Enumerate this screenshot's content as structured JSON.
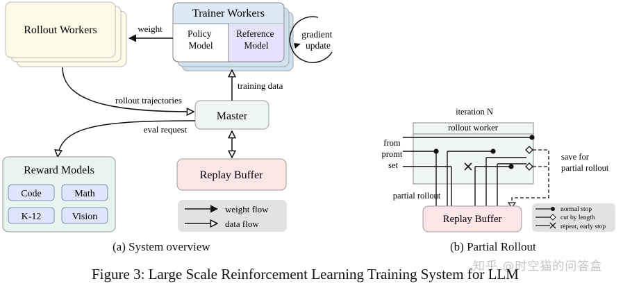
{
  "system_overview": {
    "rollout_workers": "Rollout Workers",
    "trainer_workers": {
      "title": "Trainer Workers",
      "policy_model": [
        "Policy",
        "Model"
      ],
      "reference_model": [
        "Reference",
        "Model"
      ]
    },
    "gradient_update": [
      "gradient",
      "update"
    ],
    "master": "Master",
    "replay_buffer": "Replay Buffer",
    "reward_models": {
      "title": "Reward Models",
      "items": [
        "Code",
        "Math",
        "K-12",
        "Vision"
      ]
    },
    "edge_labels": {
      "weight": "weight",
      "rollout_trajectories": "rollout trajectories",
      "training_data": "training data",
      "eval_request": "eval request"
    },
    "legend": {
      "weight_flow": "weight flow",
      "data_flow": "data flow"
    }
  },
  "partial_rollout": {
    "iteration": "iteration N",
    "rollout_worker": "rollout worker",
    "from_prompt_set": [
      "from",
      "promt",
      "set"
    ],
    "save_for": [
      "save for",
      "partial rollout"
    ],
    "partial_rollout_label": "partial rollout",
    "replay_buffer": "Replay Buffer",
    "legend": {
      "normal_stop": "normal stop",
      "cut_by_length": "cut by length",
      "repeat_early_stop": "repeat, early stop"
    }
  },
  "captions": {
    "a": "(a) System overview",
    "b": "(b) Partial Rollout",
    "figure": "Figure 3: Large Scale Reinforcement Learning Training System for LLM"
  },
  "watermark": "知乎 @时空猫的问答盒",
  "colors": {
    "rollout_fill": "#fdfbe8",
    "trainer_header": "#ddeaf6",
    "reference_fill": "#e5e2fb",
    "master_fill": "#eef7f3",
    "replay_fill": "#fbe5e5",
    "reward_fill": "#e7f4ef",
    "reward_item_fill": "#dde6fb",
    "legend_fill": "#e2e2e2"
  }
}
